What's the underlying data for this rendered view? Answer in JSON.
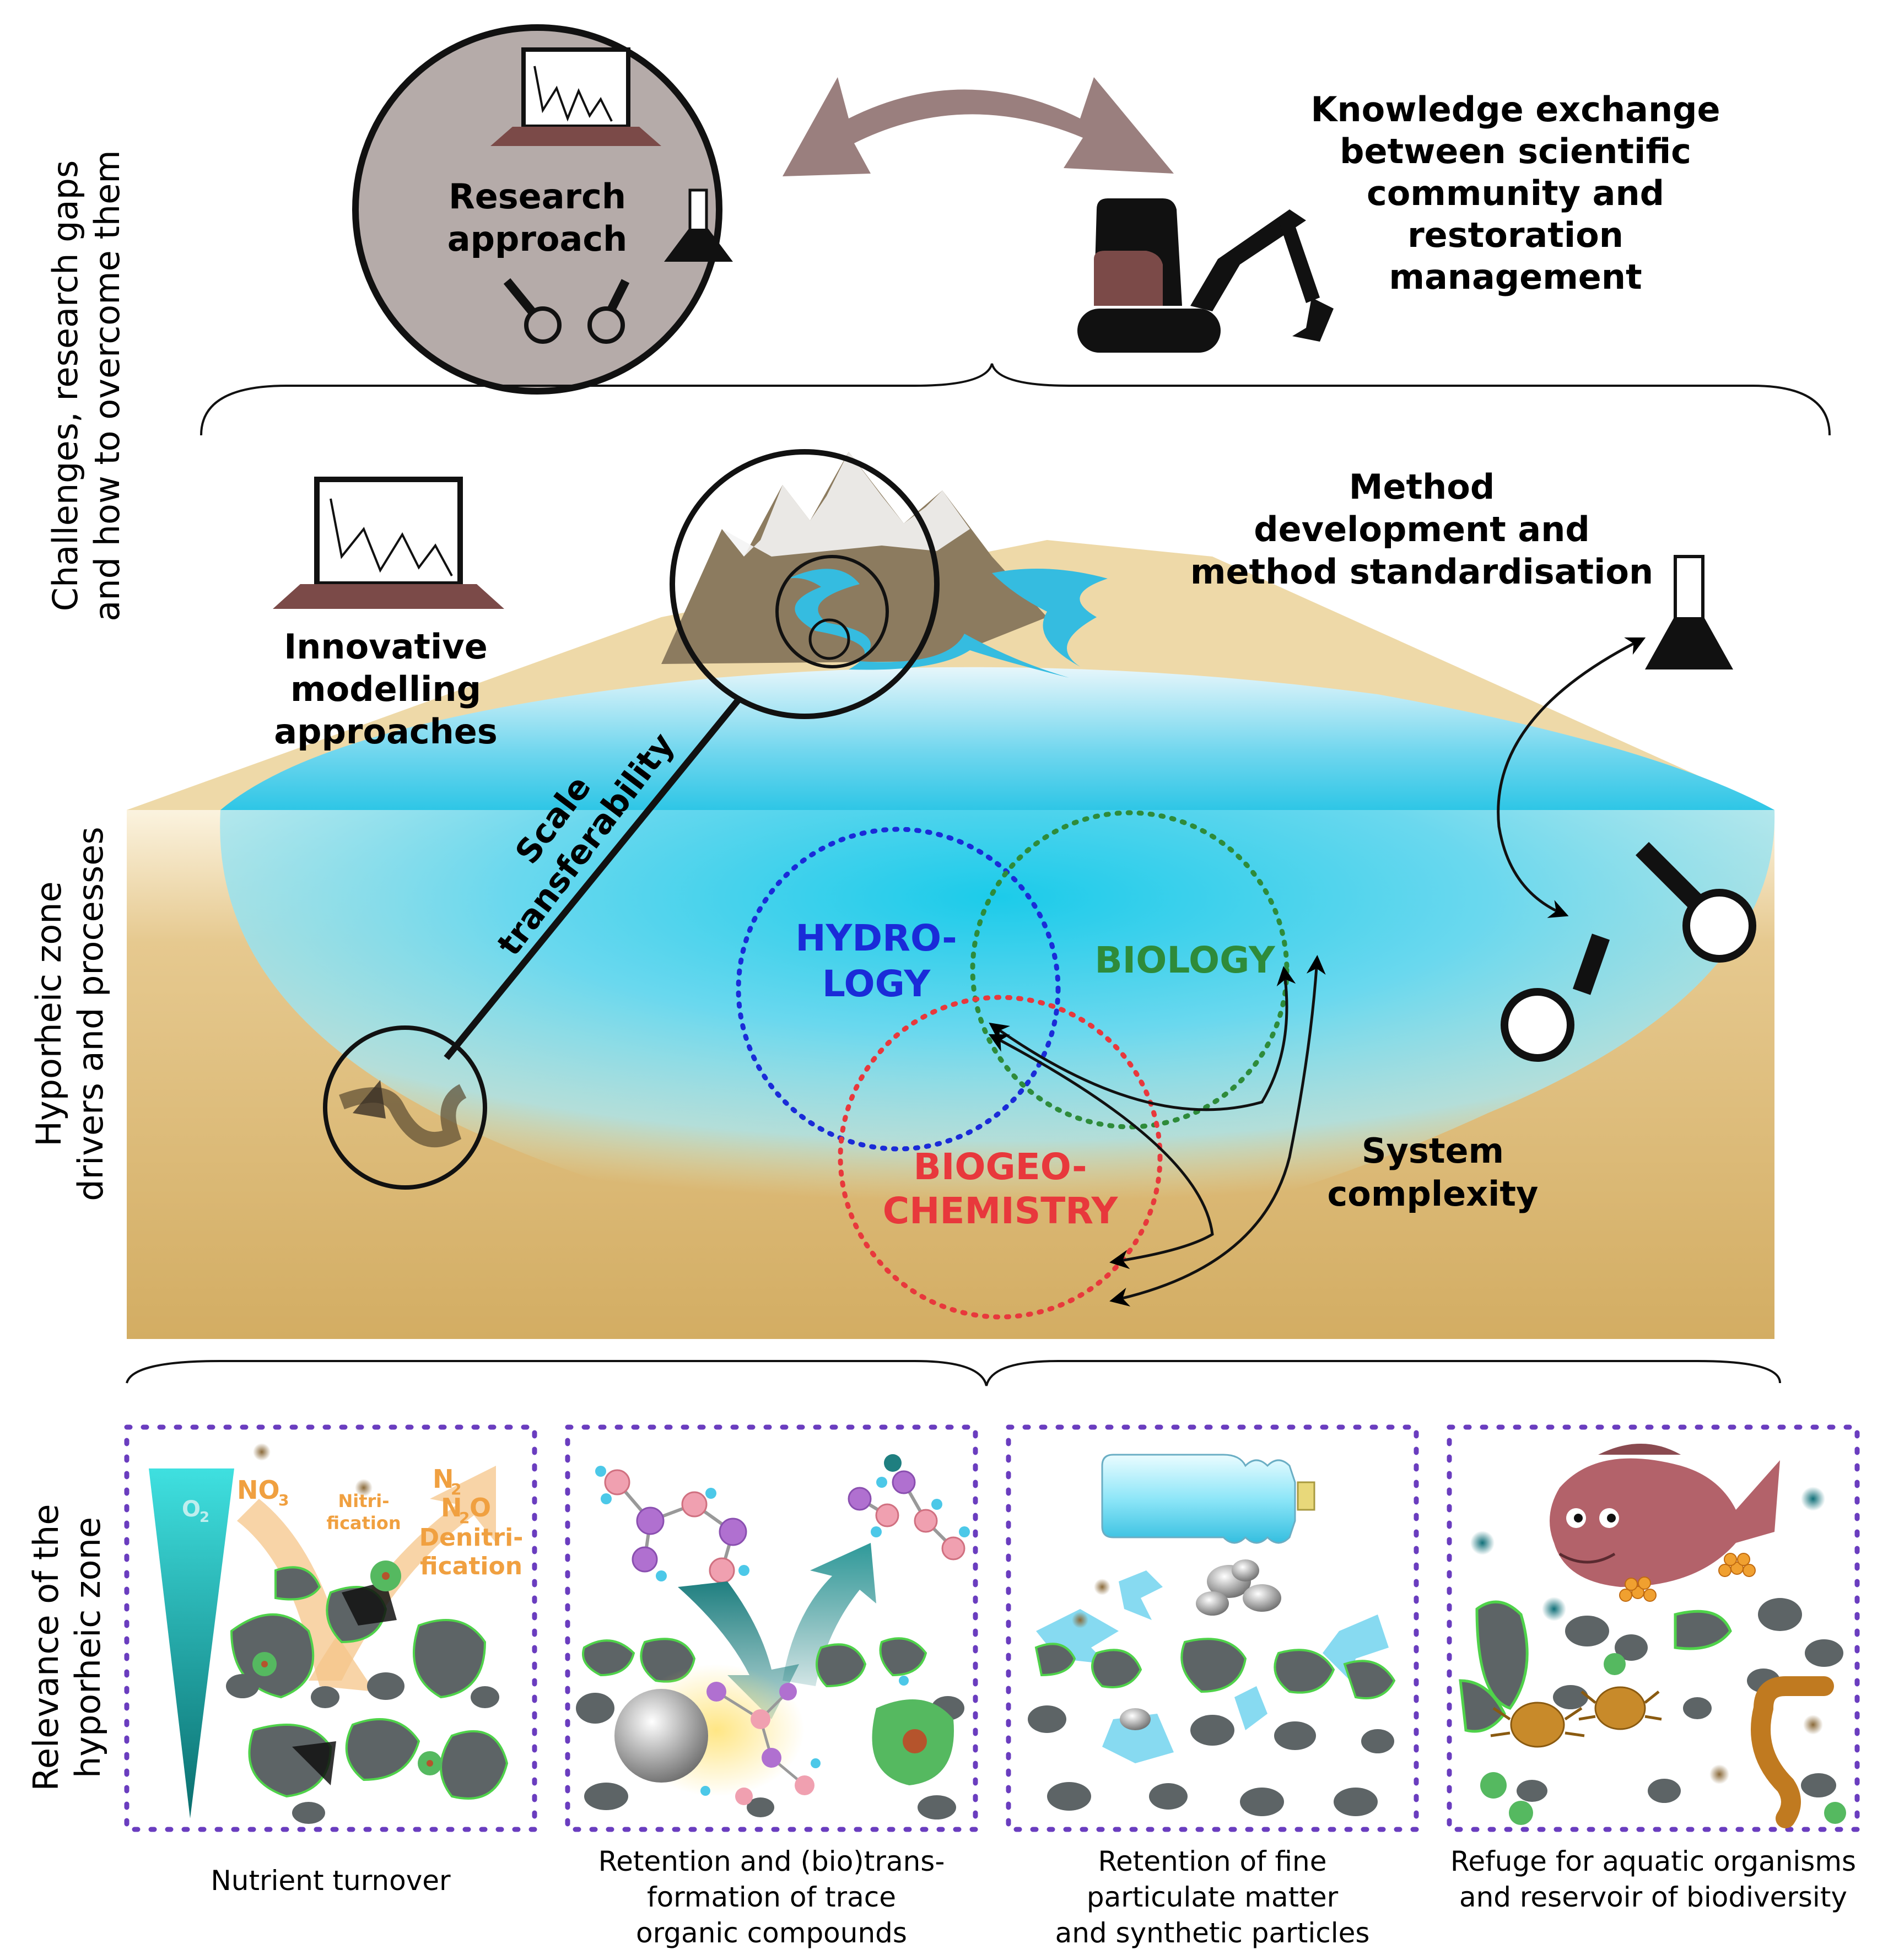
{
  "side_labels": {
    "top": [
      "Challenges, research gaps",
      "and how to overcome them"
    ],
    "middle": [
      "Hyporheic zone",
      "drivers and processes"
    ],
    "bottom": [
      "Relevance of the",
      "hyporheic zone"
    ]
  },
  "top_section": {
    "research_label": [
      "Research",
      "approach"
    ],
    "knowledge_exchange": [
      "Knowledge exchange",
      "between scientific",
      "community and",
      "restoration",
      "management"
    ]
  },
  "middle_section": {
    "modelling": [
      "Innovative",
      "modelling",
      "approaches"
    ],
    "method": [
      "Method",
      "development and",
      "method standardisation"
    ],
    "scale": [
      "Scale",
      "transferability"
    ],
    "hydrology": [
      "HYDRO-",
      "LOGY"
    ],
    "biology": "BIOLOGY",
    "biogeochemistry": [
      "BIOGEO-",
      "CHEMISTRY"
    ],
    "system_complexity": [
      "System",
      "complexity"
    ]
  },
  "bottom_panels": {
    "nutrient": {
      "o2": "O",
      "o2_sub": "2",
      "no3": "NO",
      "no3_sub": "3",
      "nitrification": [
        "Nitri-",
        "fication"
      ],
      "n2": "N",
      "n2_sub": "2",
      "n2o_a": "N",
      "n2o_sub": "2",
      "n2o_b": "O",
      "denitrification": [
        "Denitri-",
        "fication"
      ]
    },
    "captions": [
      [
        "Nutrient turnover"
      ],
      [
        "Retention and (bio)trans-",
        "formation of trace",
        "organic compounds"
      ],
      [
        "Retention of fine",
        "particulate matter",
        "and synthetic particles"
      ],
      [
        "Refuge for aquatic organisms",
        "and reservoir of biodiversity"
      ]
    ]
  },
  "colors": {
    "hydrology": "#1a2bd8",
    "biology": "#2e8b3a",
    "biogeochemistry": "#e8383c",
    "nitrogen": "#f0a040",
    "sand": "#e6cf9c",
    "sediment": "#cfa75a",
    "water": "#5ccde6",
    "stone": "#5d6466"
  }
}
